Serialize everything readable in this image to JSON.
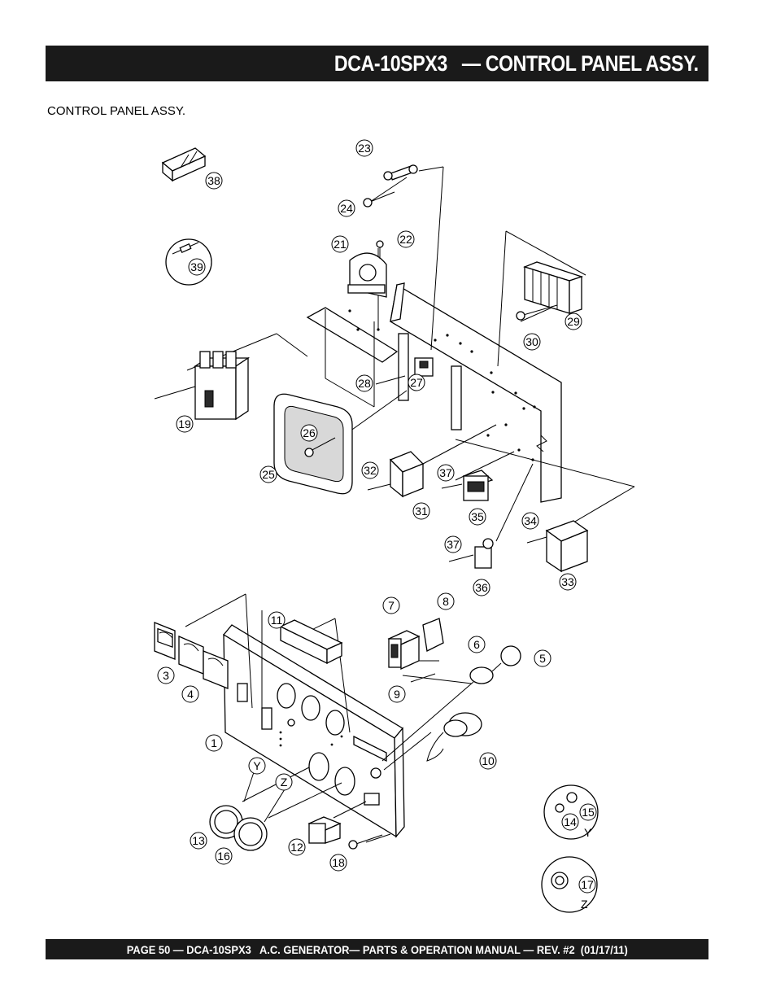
{
  "header": {
    "title": "DCA-10SPX3   — CONTROL PANEL ASSY."
  },
  "subtitle": "CONTROL PANEL ASSY.",
  "footer": {
    "text": "PAGE 50 — DCA-10SPX3   A.C. GENERATOR— PARTS & OPERATION MANUAL — REV. #2  (01/17/11)"
  },
  "callouts": [
    "1",
    "3",
    "4",
    "5",
    "6",
    "7",
    "8",
    "9",
    "10",
    "11",
    "12",
    "13",
    "14",
    "15",
    "16",
    "17",
    "18",
    "19",
    "21",
    "22",
    "23",
    "24",
    "25",
    "26",
    "27",
    "28",
    "29",
    "30",
    "31",
    "32",
    "33",
    "34",
    "35",
    "36",
    "37",
    "37",
    "38",
    "39"
  ],
  "letters": {
    "y": "Y",
    "z": "Z",
    "y_detail": "Y",
    "z_detail": "Z"
  }
}
